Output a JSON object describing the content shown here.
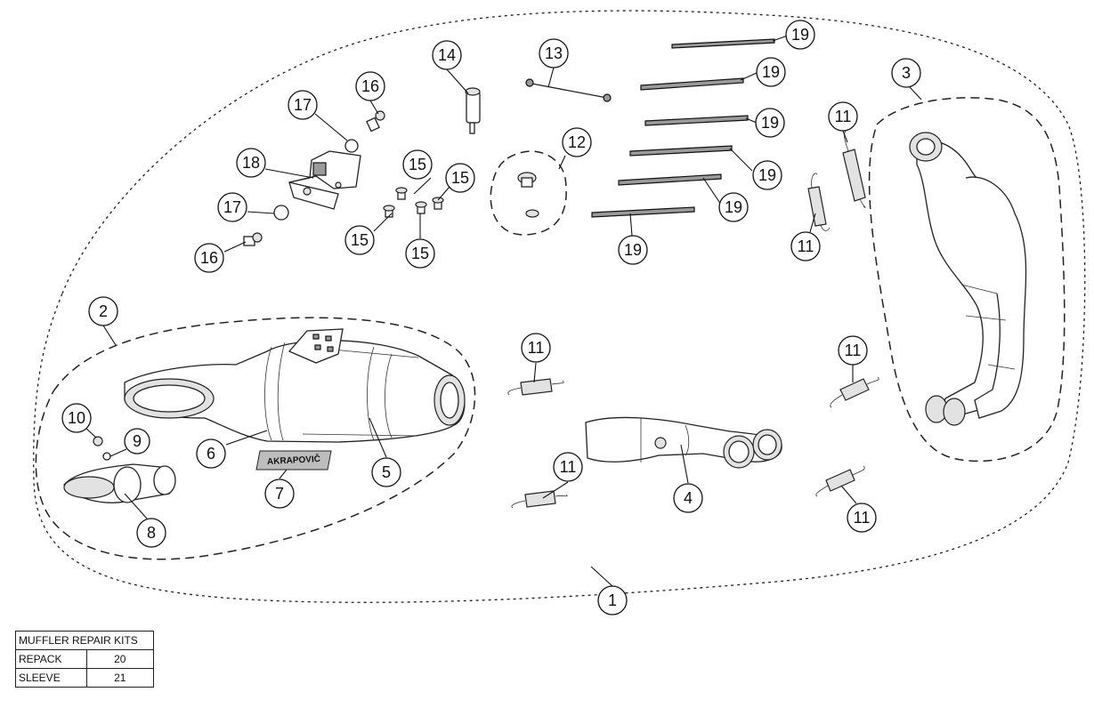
{
  "diagram": {
    "callouts": [
      "1",
      "2",
      "3",
      "4",
      "5",
      "6",
      "7",
      "8",
      "9",
      "10",
      "11",
      "12",
      "13",
      "14",
      "15",
      "16",
      "17",
      "18",
      "19"
    ],
    "logo_text": "AKRAPOVIČ"
  },
  "repair_kits": {
    "title": "MUFFLER REPAIR KITS",
    "rows": [
      {
        "name": "REPACK",
        "number": "20"
      },
      {
        "name": "SLEEVE",
        "number": "21"
      }
    ]
  }
}
